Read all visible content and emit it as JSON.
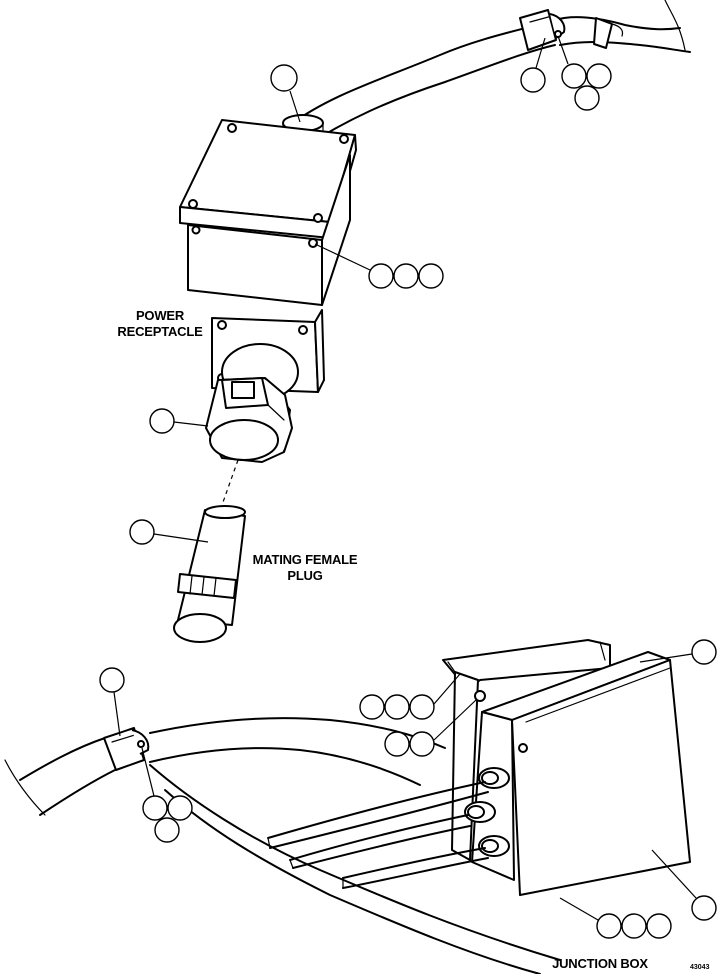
{
  "labels": {
    "power_receptacle_line1": "POWER",
    "power_receptacle_line2": "RECEPTACLE",
    "mating_plug_line1": "MATING FEMALE",
    "mating_plug_line2": "PLUG",
    "junction_box": "JUNCTION BOX",
    "figure_number": "43043"
  }
}
